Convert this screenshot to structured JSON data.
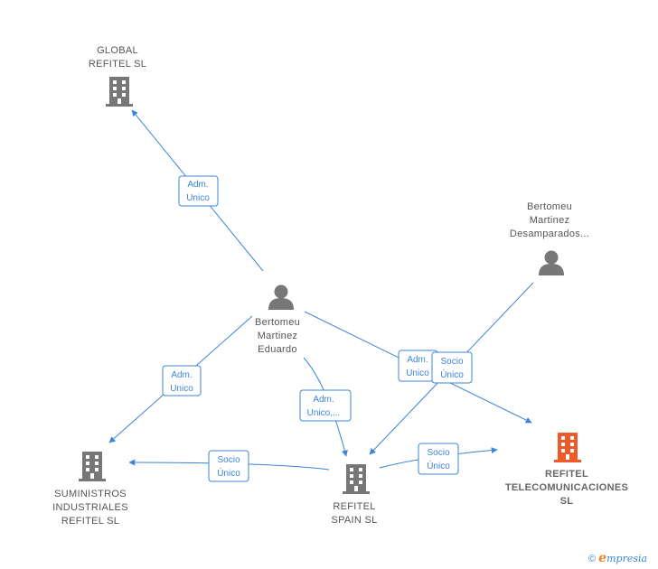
{
  "nodes": {
    "global_refitel": {
      "lines": [
        "GLOBAL",
        "REFITEL  SL"
      ],
      "type": "company"
    },
    "bertomeu_desamparados": {
      "lines": [
        "Bertomeu",
        "Martinez",
        "Desamparados..."
      ],
      "type": "person"
    },
    "bertomeu_eduardo": {
      "lines": [
        "Bertomeu",
        "Martinez",
        "Eduardo"
      ],
      "type": "person"
    },
    "suministros": {
      "lines": [
        "SUMINISTROS",
        "INDUSTRIALES",
        "REFITEL  SL"
      ],
      "type": "company"
    },
    "refitel_spain": {
      "lines": [
        "REFITEL",
        "SPAIN  SL"
      ],
      "type": "company"
    },
    "refitel_telecom": {
      "lines": [
        "REFITEL",
        "TELECOMUNICACIONES",
        "SL"
      ],
      "type": "company-focus"
    }
  },
  "edges": {
    "e1": [
      "Adm.",
      "Unico"
    ],
    "e2": [
      "Adm.",
      "Unico"
    ],
    "e3": [
      "Adm.",
      "Unico,..."
    ],
    "e4": [
      "Adm.",
      "Unico"
    ],
    "e5": [
      "Socio",
      "Único"
    ],
    "e6": [
      "Socio",
      "Único"
    ],
    "e7": [
      "Socio",
      "Único"
    ]
  },
  "colors": {
    "edge": "#3d85d8",
    "company": "#777777",
    "person": "#777777",
    "focus": "#f05a28"
  },
  "footer": {
    "copyright": "©",
    "brand_first": "e",
    "brand_rest": "mpresia"
  }
}
